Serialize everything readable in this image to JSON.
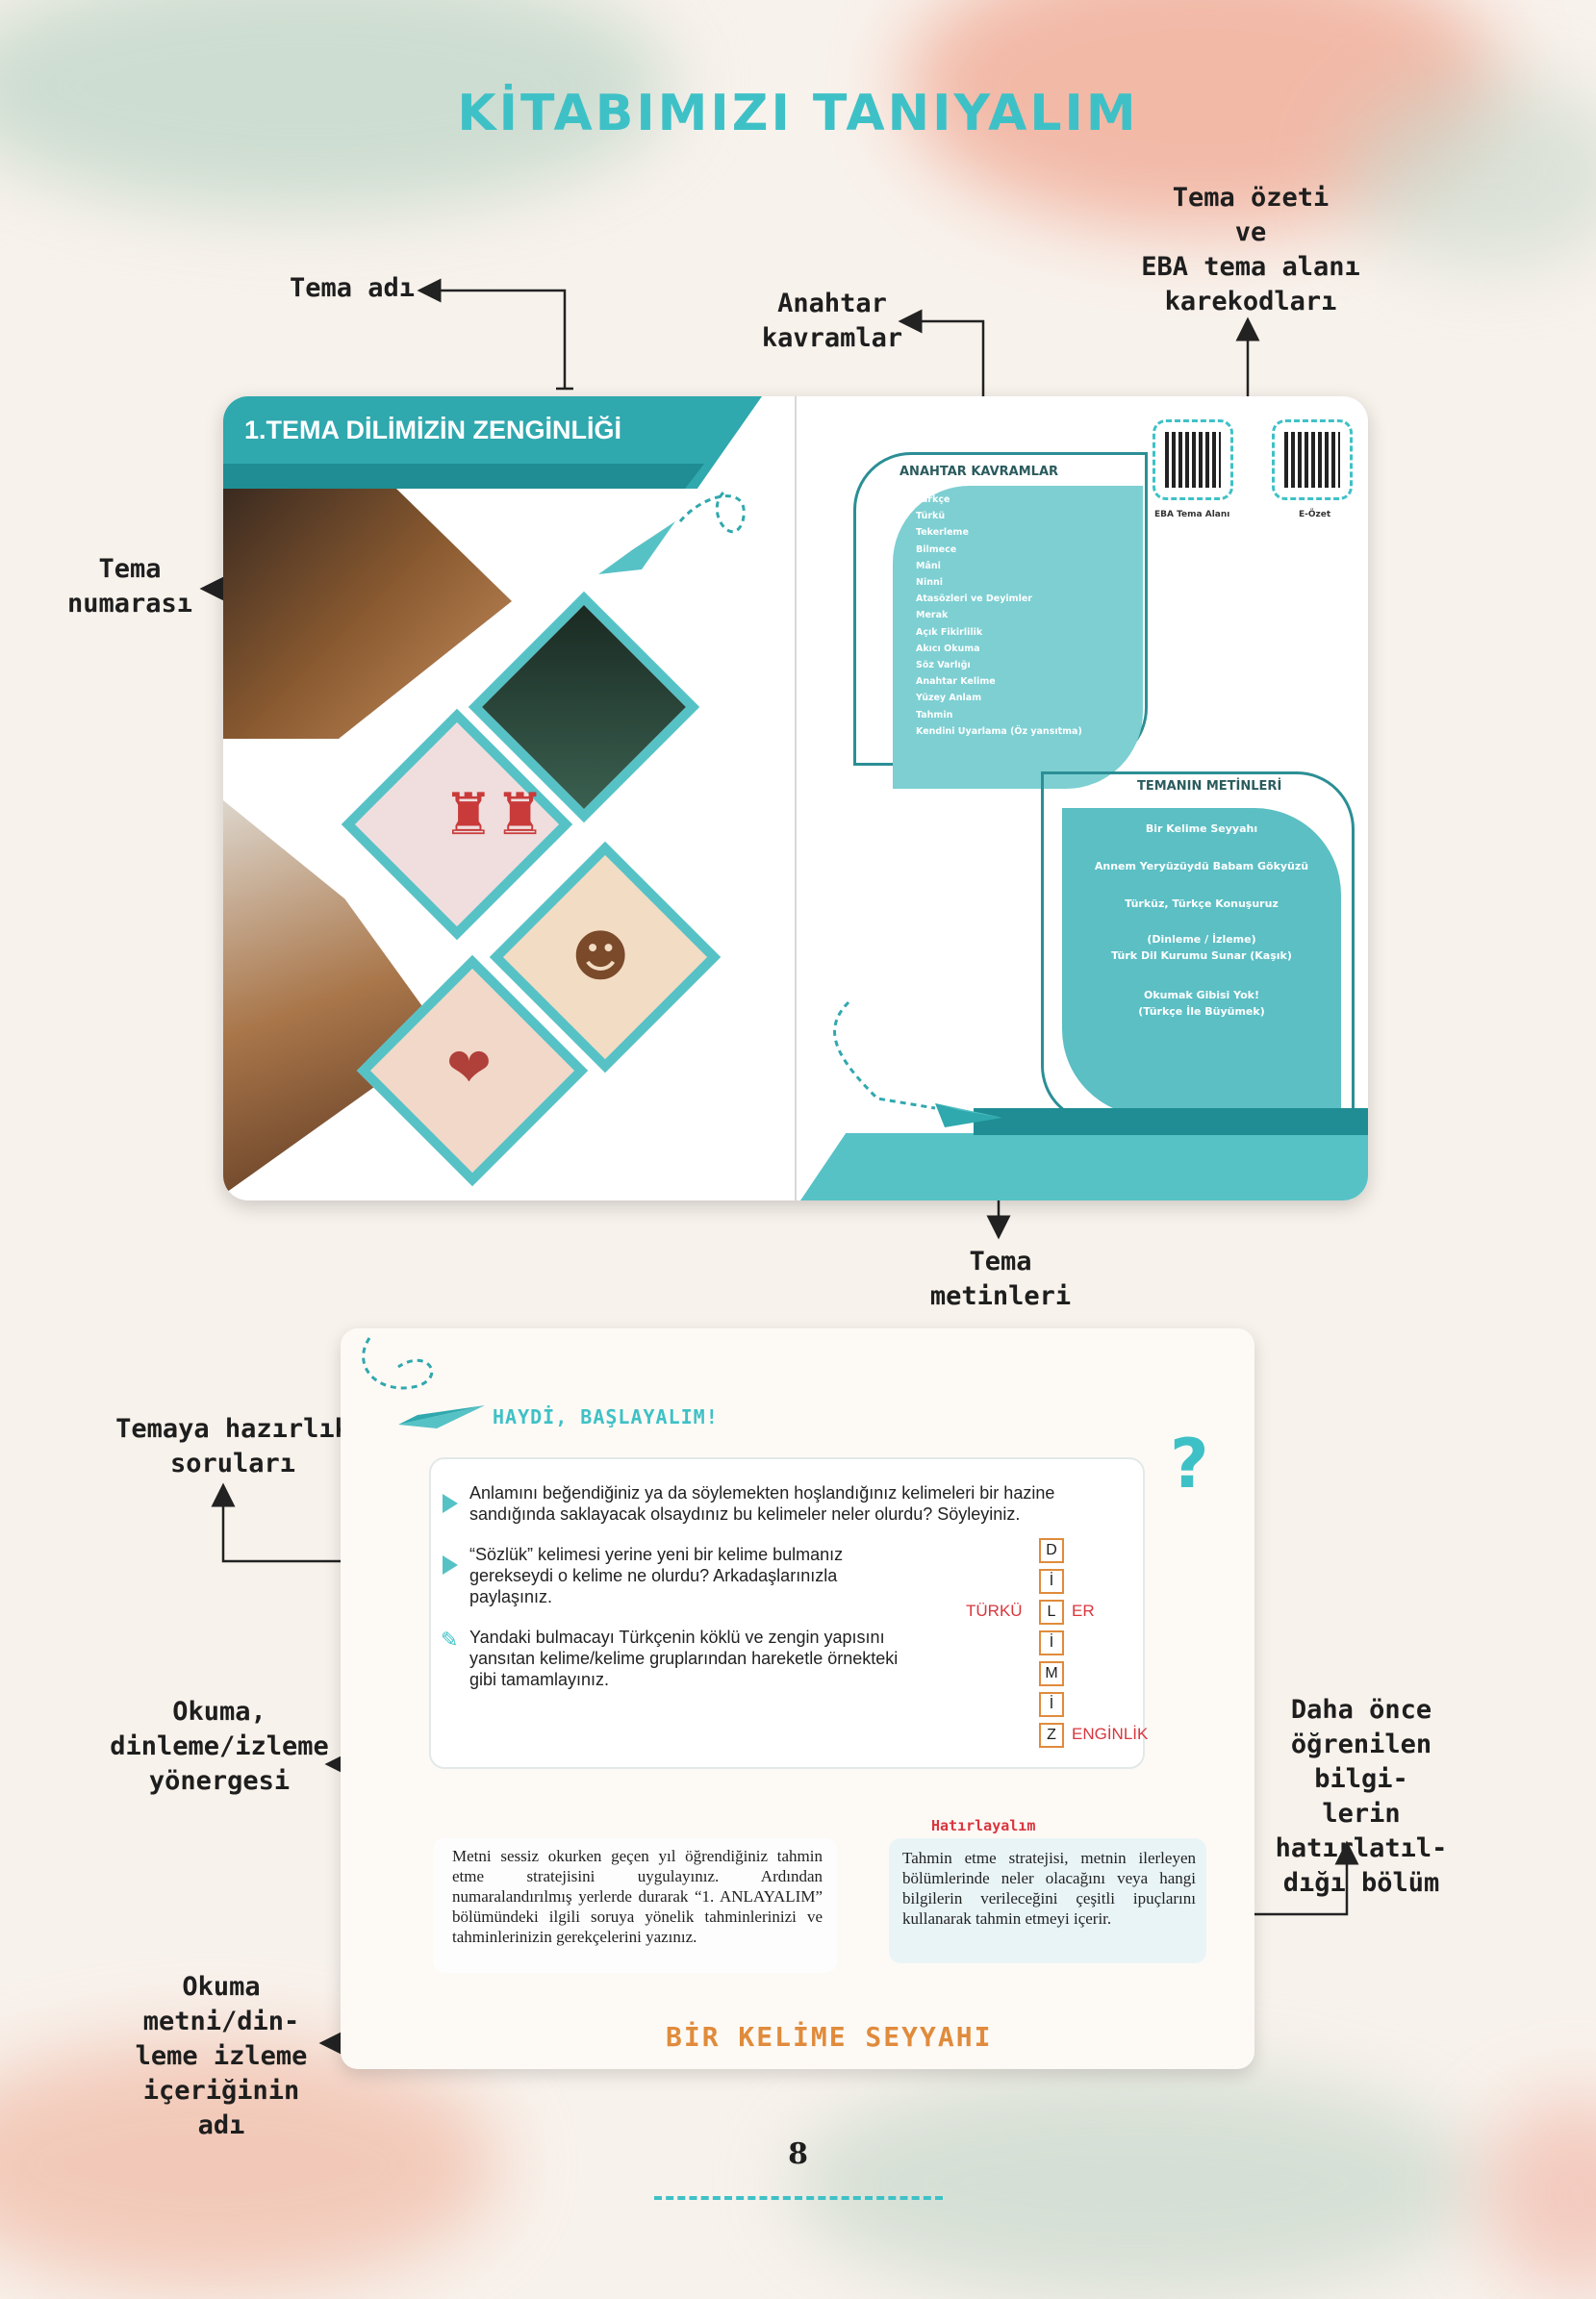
{
  "page_title": "KİTABIMIZI TANIYALIM",
  "callouts": {
    "tema_adi": "Tema adı",
    "anahtar": "Anahtar\nkavramlar",
    "tema_ozeti": "Tema özeti\nve\nEBA tema alanı\nkarekodları",
    "tema_numarasi": "Tema\nnumarası",
    "tema_metinleri": "Tema\nmetinleri",
    "hazirlik": "Temaya hazırlık\nsoruları",
    "okuma_yonergesi": "Okuma,\ndinleme/izleme\nyönergesi",
    "daha_once": "Daha önce\nöğrenilen bilgi-\nlerin hatırlatıl-\ndığı bölüm",
    "okuma_metni": "Okuma\nmetni/din-\nleme izleme\niçeriğinin\nadı"
  },
  "spread": {
    "theme_title": "1.TEMA DİLİMİZİN ZENGİNLİĞİ",
    "keywords_header": "ANAHTAR KAVRAMLAR",
    "keywords": [
      "Türkçe",
      "Türkü",
      "Tekerleme",
      "Bilmece",
      "Mâni",
      "Ninni",
      "Atasözleri ve Deyimler",
      "Merak",
      "Açık Fikirlilik",
      "Akıcı Okuma",
      "Söz Varlığı",
      "Anahtar Kelime",
      "Yüzey Anlam",
      "Tahmin",
      "Kendini Uyarlama (Öz yansıtma)"
    ],
    "qr_left_label": "EBA Tema Alanı",
    "qr_right_label": "E-Özet",
    "texts_header": "TEMANIN METİNLERİ",
    "texts": [
      "Bir Kelime Seyyahı",
      "Annem Yeryüzüydü Babam Gökyüzü",
      "Türküz, Türkçe Konuşuruz",
      "(Dinleme / İzleme)\nTürk Dil Kurumu Sunar (Kaşık)",
      "Okumak Gibisi Yok!\n(Türkçe İle Büyümek)"
    ]
  },
  "page2": {
    "section_title": "HAYDİ, BAŞLAYALIM!",
    "q1": "Anlamını beğendiğiniz ya da söylemekten hoşlandığınız kelimeleri bir hazine sandığında saklayacak olsaydınız bu kelimeler neler olurdu? Söyleyiniz.",
    "q2": "“Sözlük” kelimesi yerine yeni bir kelime bulmanız gerekseydi o kelime ne olurdu? Arkadaşlarınızla paylaşınız.",
    "q3": "Yandaki bulmacayı Türkçenin köklü ve zengin yapısını yansıtan kelime/kelime gruplarından hareketle örnekteki gibi tamamlayınız.",
    "puzzle_letters": [
      "D",
      "İ",
      "L",
      "İ",
      "M",
      "İ",
      "Z"
    ],
    "puzzle_left": "TÜRKÜ",
    "puzzle_right_1": "ER",
    "puzzle_right_2": "ENGİNLİK",
    "reading_instruction": "Metni sessiz okurken geçen yıl öğrendiğiniz tahmin etme stratejisini uygulayınız. Ardından numaralandırılmış yerlerde durarak “1. ANLAYALIM” bölümündeki ilgili soruya yönelik tahminlerinizi ve tahminlerinizin gerekçelerini yazınız.",
    "recall_title": "Hatırlayalım",
    "recall_text": "Tahmin etme stratejisi, metnin ilerleyen bölümlerinde neler olacağını veya hangi bilgilerin verileceğini çeşitli ipuçlarını kullanarak tahmin etmeyi içerir.",
    "text_title": "BİR KELİME SEYYAHI"
  },
  "page_number": "8"
}
